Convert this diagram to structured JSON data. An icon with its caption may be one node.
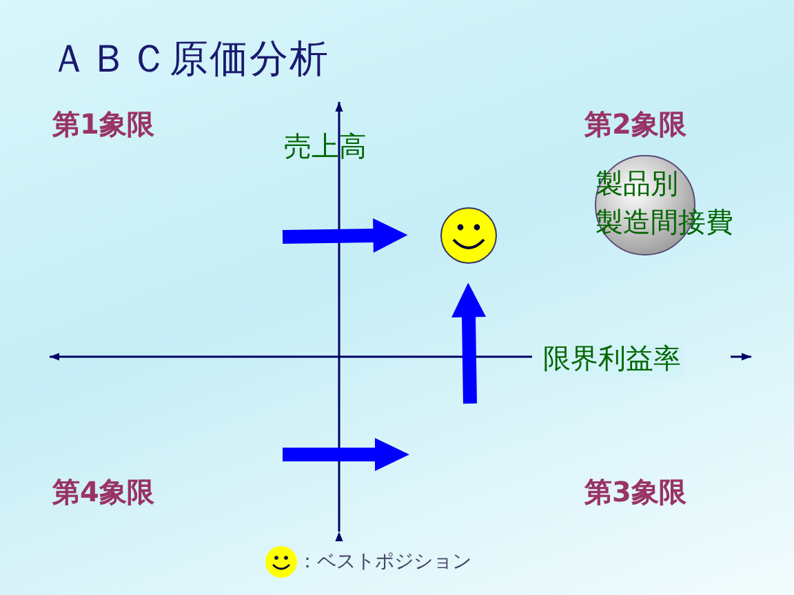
{
  "diagram": {
    "title": "ＡＢＣ原価分析",
    "nodes": [
      {
        "text": [
          "製品別",
          "製造間接費"
        ]
      },
      {
        "text": [],
        "shape": "circle"
      }
    ],
    "edges": [
      {
        "from": null,
        "to": 1,
        "arrow": "to"
      },
      {
        "from": null,
        "to": 1,
        "arrow": "to"
      }
    ],
    "labels": [
      "第1象限",
      "第2象限",
      "売上高",
      "限界利益率",
      "第4象限",
      "第3象限"
    ],
    "legend": [
      {
        "text": "：ベストポジション"
      }
    ]
  }
}
